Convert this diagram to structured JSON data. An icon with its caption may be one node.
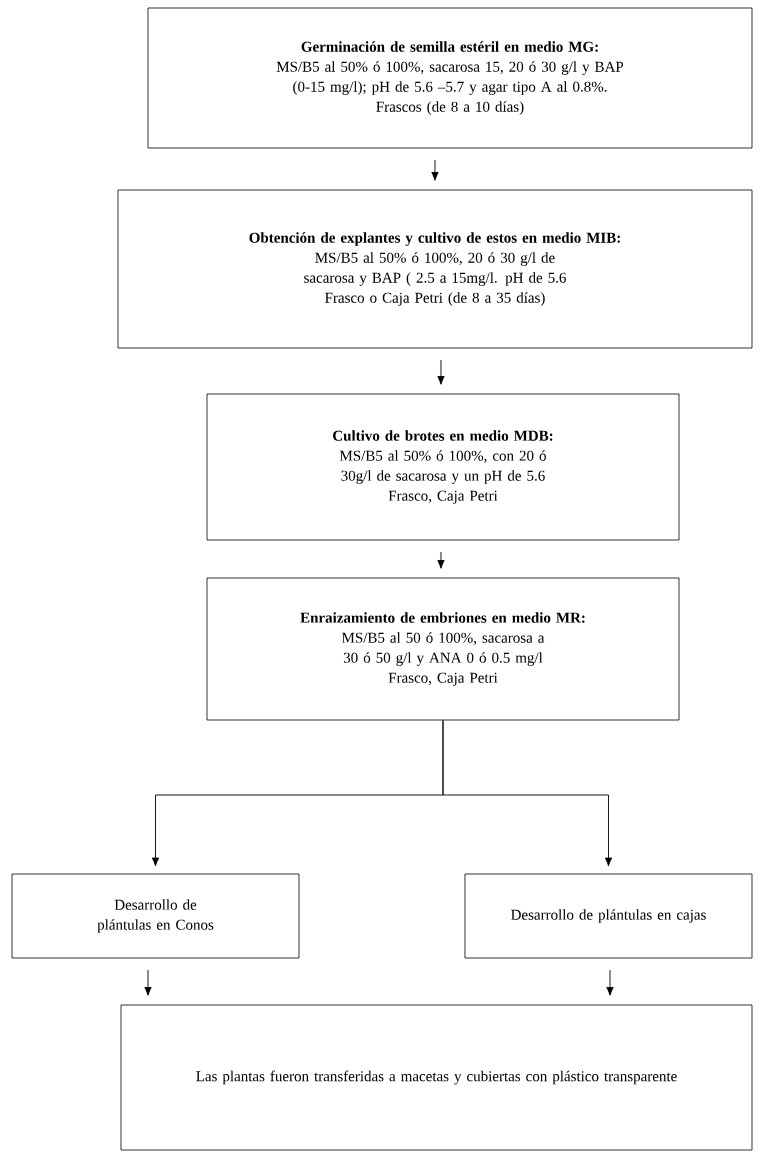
{
  "diagram": {
    "nodes": [
      {
        "text": [
          "Germinación de semilla estéril en medio MG:",
          "MS/B5 al 50% ó 100%, sacarosa 15, 20 ó 30 g/l y BAP (0-15 mg/l); pH de 5.6 –5.7 y agar tipo A al 0.8%.",
          "Frascos (de 8 a 10 días)"
        ]
      },
      {
        "text": [
          "Obtención de explantes y cultivo de estos en medio MIB:",
          "MS/B5 al 50% ó 100%, 20 ó 30 g/l de sacarosa y BAP ( 2.5 a 15mg/l. pH de 5.6",
          "Frasco o Caja Petri (de 8 a 35 días)"
        ]
      },
      {
        "text": [
          "Cultivo de brotes en medio MDB:",
          "MS/B5 al 50% ó 100%, con 20 ó 30g/l de sacarosa y un pH de 5.6",
          "Frasco, Caja Petri"
        ]
      },
      {
        "text": [
          "Enraizamiento de embriones en medio MR:",
          "MS/B5 al 50 ó 100%, sacarosa a 30 ó 50 g/l y ANA 0 ó 0.5 mg/l",
          "Frasco, Caja Petri"
        ]
      },
      {
        "text": [
          "Desarrollo de plántulas en Conos"
        ]
      },
      {
        "text": [
          "Desarrollo de plántulas en cajas"
        ]
      },
      {
        "text": [
          "Las plantas fueron transferidas a macetas y cubiertas con plástico transparente"
        ]
      }
    ],
    "edges": [
      {
        "from": 0,
        "to": 1,
        "arrow": "to"
      },
      {
        "from": 1,
        "to": 2,
        "arrow": "to"
      },
      {
        "from": 2,
        "to": 3,
        "arrow": "to"
      },
      {
        "from": 3,
        "to": 4,
        "arrow": "to"
      },
      {
        "from": 3,
        "to": 5,
        "arrow": "to"
      },
      {
        "from": 4,
        "to": 6,
        "arrow": "to"
      },
      {
        "from": 5,
        "to": 6,
        "arrow": "to"
      }
    ]
  }
}
